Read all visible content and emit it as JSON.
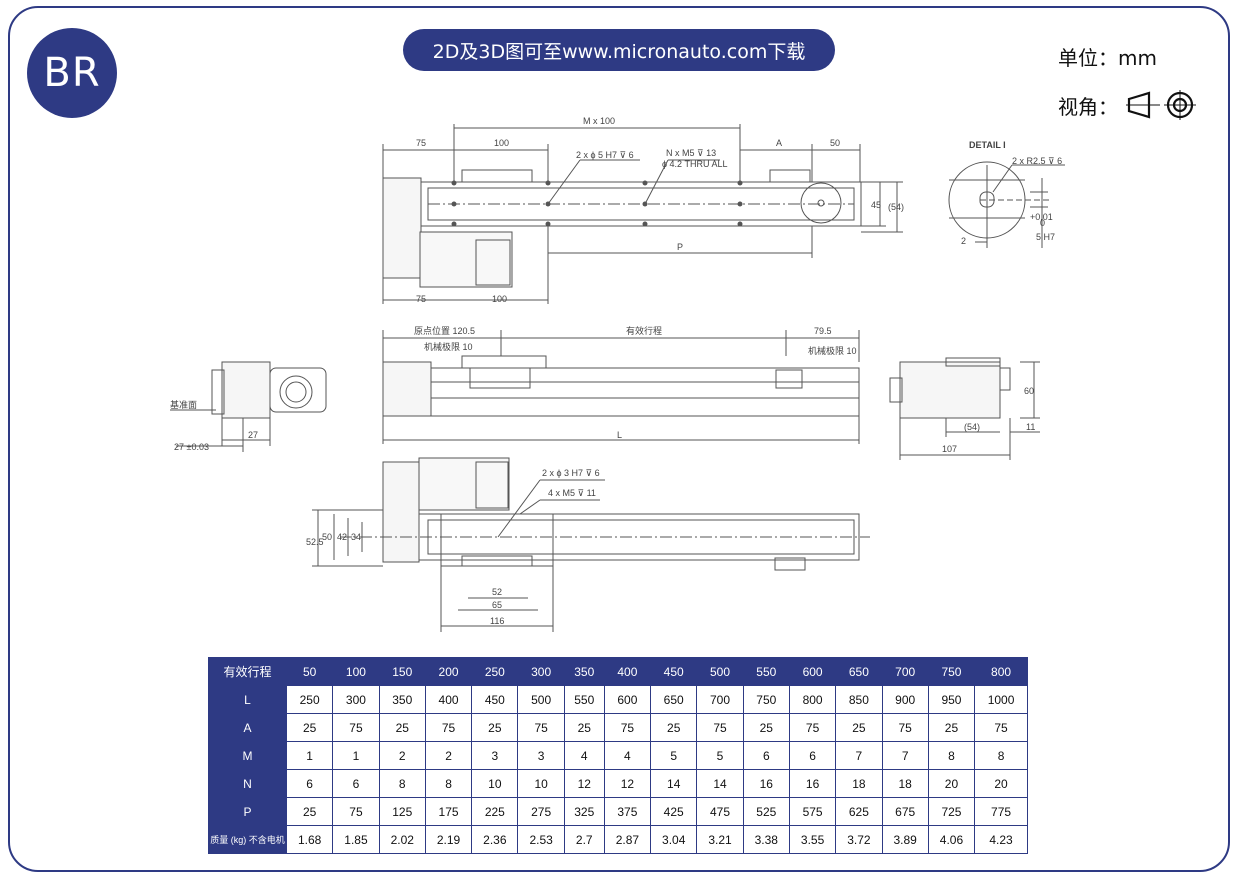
{
  "badge": "BR",
  "download_text": "2D及3D图可至www.micronauto.com下载",
  "unit_text": "单位：mm",
  "view_label": "视角：",
  "drawing": {
    "top": {
      "dim_75_left": "75",
      "dim_100_left": "100",
      "dim_mx100": "M x 100",
      "dim_A": "A",
      "dim_50": "50",
      "callout_holes": "2 x ϕ 5 H7 ⊽ 6",
      "callout_n1": "N x  M5 ⊽ 13",
      "callout_n2": "ϕ 4.2 THRU ALL",
      "dim_45": "45",
      "dim_54": "(54)",
      "dim_P": "P",
      "dim_75_bottom": "75",
      "dim_100_bottom": "100"
    },
    "detail": {
      "title": "DETAIL I",
      "callout": "2 x R2.5 ⊽ 6",
      "dim_2": "2",
      "tol": "+0.01",
      "tol0": "0",
      "dim_5h7": "5 H7"
    },
    "side": {
      "origin": "原点位置 120.5",
      "stroke": "有效行程",
      "dim_795": "79.5",
      "mech_left": "机械极限 10",
      "mech_right": "机械极限 10",
      "dim_L": "L"
    },
    "left_end": {
      "ref_face": "基准面",
      "dim_27_tol": "27 ±0.03",
      "dim_27": "27"
    },
    "right_end": {
      "dim_60": "60",
      "dim_54": "(54)",
      "dim_11": "11",
      "dim_107": "107"
    },
    "bottom": {
      "callout_1": "2 x ϕ 3 H7 ⊽ 6",
      "callout_2": "4 x  M5 ⊽ 11",
      "dim_525": "52.5",
      "dim_50": "50",
      "dim_42": "42",
      "dim_34": "34",
      "dim_52": "52",
      "dim_65": "65",
      "dim_116": "116"
    }
  },
  "table": {
    "header_label": "有效行程",
    "headers": [
      "50",
      "100",
      "150",
      "200",
      "250",
      "300",
      "350",
      "400",
      "450",
      "500",
      "550",
      "600",
      "650",
      "700",
      "750",
      "800"
    ],
    "rows": [
      {
        "label": "L",
        "values": [
          "250",
          "300",
          "350",
          "400",
          "450",
          "500",
          "550",
          "600",
          "650",
          "700",
          "750",
          "800",
          "850",
          "900",
          "950",
          "1000"
        ]
      },
      {
        "label": "A",
        "values": [
          "25",
          "75",
          "25",
          "75",
          "25",
          "75",
          "25",
          "75",
          "25",
          "75",
          "25",
          "75",
          "25",
          "75",
          "25",
          "75"
        ]
      },
      {
        "label": "M",
        "values": [
          "1",
          "1",
          "2",
          "2",
          "3",
          "3",
          "4",
          "4",
          "5",
          "5",
          "6",
          "6",
          "7",
          "7",
          "8",
          "8"
        ]
      },
      {
        "label": "N",
        "values": [
          "6",
          "6",
          "8",
          "8",
          "10",
          "10",
          "12",
          "12",
          "14",
          "14",
          "16",
          "16",
          "18",
          "18",
          "20",
          "20"
        ]
      },
      {
        "label": "P",
        "values": [
          "25",
          "75",
          "125",
          "175",
          "225",
          "275",
          "325",
          "375",
          "425",
          "475",
          "525",
          "575",
          "625",
          "675",
          "725",
          "775"
        ]
      },
      {
        "label": "质量 (kg) 不含电机",
        "values": [
          "1.68",
          "1.85",
          "2.02",
          "2.19",
          "2.36",
          "2.53",
          "2.7",
          "2.87",
          "3.04",
          "3.21",
          "3.38",
          "3.55",
          "3.72",
          "3.89",
          "4.06",
          "4.23"
        ]
      }
    ]
  },
  "colors": {
    "brand": "#2e3a84"
  }
}
